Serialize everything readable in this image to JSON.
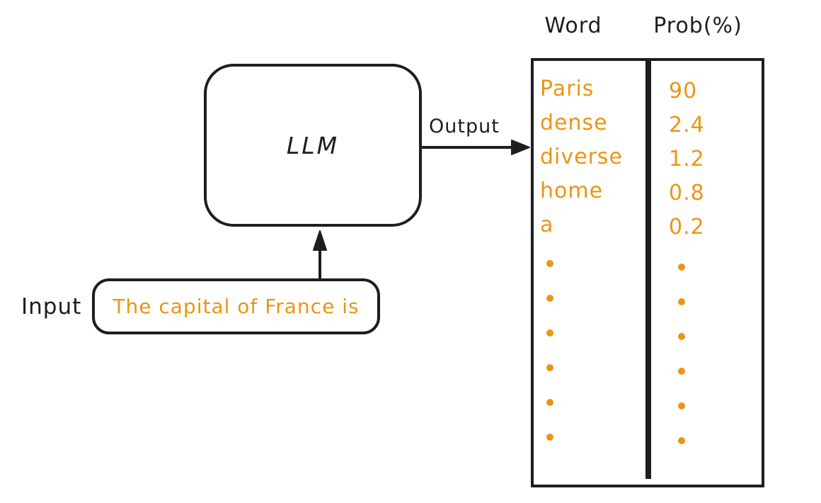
{
  "diagram": {
    "llm": {
      "label": "LLM"
    },
    "output": {
      "label": "Output"
    },
    "input": {
      "label": "Input",
      "text": "The capital of France is"
    },
    "table": {
      "headers": {
        "word": "Word",
        "prob": "Prob(%)"
      },
      "rows": [
        {
          "word": "Paris",
          "prob": "90"
        },
        {
          "word": "dense",
          "prob": "2.4"
        },
        {
          "word": "diverse",
          "prob": "1.2"
        },
        {
          "word": "home",
          "prob": "0.8"
        },
        {
          "word": "a",
          "prob": "0.2"
        }
      ],
      "ellipsis_dots": 6
    },
    "colors": {
      "accent_orange": "#ed9415",
      "ink_black": "#1e1e1e",
      "background": "#ffffff"
    }
  }
}
